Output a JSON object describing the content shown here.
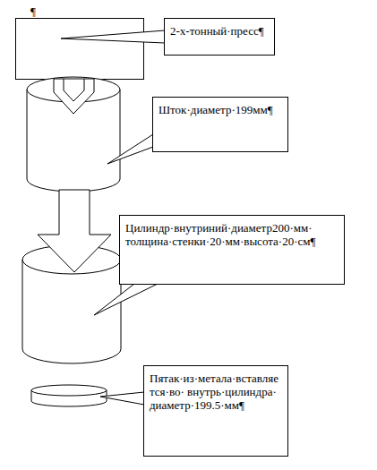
{
  "diagram": {
    "nodes": [
      {
        "text": [
          "2-х-тонный·пресс¶"
        ]
      },
      {
        "text": [
          "Шток·диаметр·199мм¶"
        ]
      },
      {
        "text": [
          "Цилиндр·внутриний·диаметр200·мм· толщина·стенки·20·мм·высота·20·см¶"
        ]
      },
      {
        "text": [
          "Пятак·из·метала·вставляется·во· внутрь·цилиндра· диаметр·199.5·мм¶"
        ]
      }
    ],
    "labels": [
      "¶"
    ]
  }
}
